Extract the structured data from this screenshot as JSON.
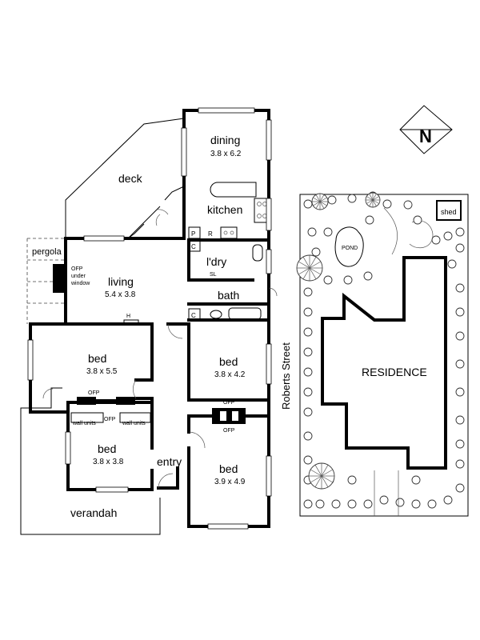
{
  "floor_plan": {
    "rooms": {
      "dining": {
        "name": "dining",
        "dims": "3.8 x 6.2"
      },
      "deck": {
        "name": "deck"
      },
      "kitchen": {
        "name": "kitchen"
      },
      "laundry": {
        "name": "l'dry"
      },
      "living": {
        "name": "living",
        "dims": "5.4 x 3.8"
      },
      "bath": {
        "name": "bath"
      },
      "bed_left": {
        "name": "bed",
        "dims": "3.8 x 5.5"
      },
      "bed_center": {
        "name": "bed",
        "dims": "3.8 x 3.8"
      },
      "bed_right_upper": {
        "name": "bed",
        "dims": "3.8 x 4.2"
      },
      "bed_right_lower": {
        "name": "bed",
        "dims": "3.9 x 4.9"
      },
      "entry": {
        "name": "entry"
      },
      "verandah": {
        "name": "verandah"
      },
      "pergola": {
        "name": "pergola"
      }
    },
    "fixtures": {
      "pantry": "P",
      "refrigerator": "R",
      "cupboard_laundry": "C",
      "cupboard_bath": "C",
      "sl": "SL",
      "heater": "H",
      "ofp_living": "OFP\nunder\nwindow",
      "ofp_left_bed": "OFP",
      "ofp_center": "OFP",
      "ofp_right_upper": "OFP",
      "ofp_right_lower": "OFP",
      "wall_units_left": "wall units",
      "wall_units_right": "wall units"
    }
  },
  "site_plan": {
    "street": "Roberts Street",
    "residence": "RESIDENCE",
    "shed": "shed",
    "pond": "POND"
  },
  "compass": {
    "label": "N"
  }
}
